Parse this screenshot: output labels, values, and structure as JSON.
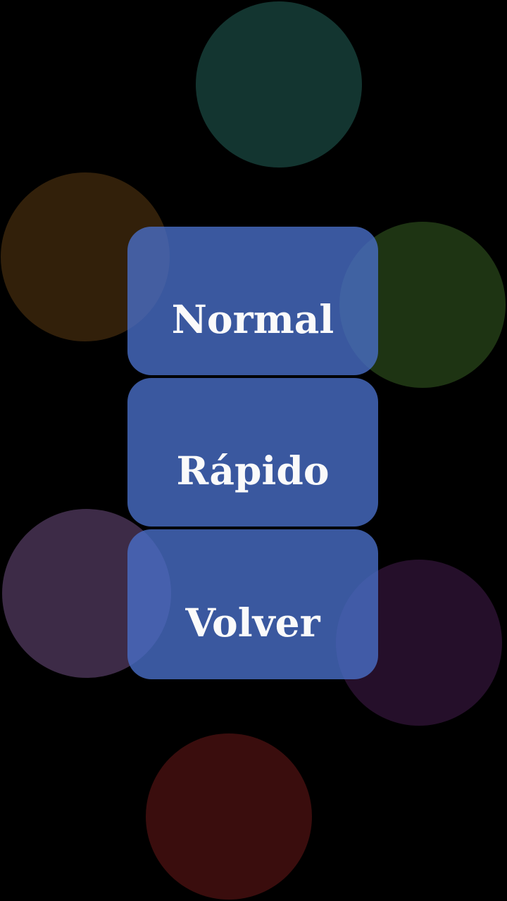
{
  "menu": {
    "buttons": [
      {
        "id": "normal",
        "label": "Normal"
      },
      {
        "id": "rapido",
        "label": "Rápido"
      },
      {
        "id": "volver",
        "label": "Volver"
      }
    ]
  },
  "theme": {
    "background": "#000000",
    "button_fill": "rgba(73,110,199,0.8)",
    "button_text": "#FAFAFA",
    "circles": {
      "teal": "#133530",
      "brown": "#32200A",
      "green": "#1E3413",
      "plum": "#3D2B47",
      "eggplant": "#250F2A",
      "maroon": "#3A0D0D"
    }
  }
}
